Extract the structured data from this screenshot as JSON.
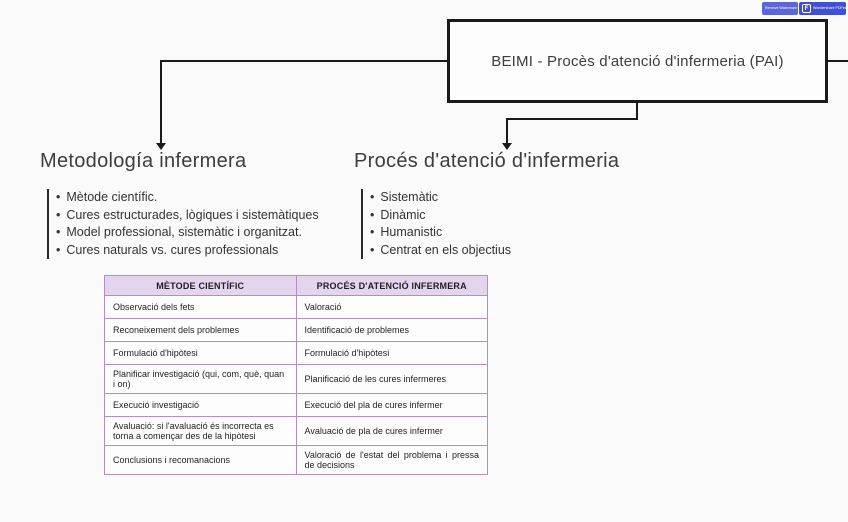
{
  "page": {
    "background": "#fafafa",
    "line_color": "#1a1a1a"
  },
  "watermark": {
    "remove_button_label": "Remove Watermark",
    "brand_name": "Wondershare PDFelement",
    "logo_letter": "F",
    "chip_left_color": "#5c66d6",
    "chip_right_color": "#4050cf"
  },
  "root_node": {
    "title": "BEIMI - Procès d'atenció d'infermeria (PAI)"
  },
  "branches": [
    {
      "heading": "Metodología infermera",
      "items": [
        "Mètode científic.",
        "Cures estructurades, lògiques i sistemàtiques",
        "Model professional, sistemàtic i organitzat.",
        "Cures naturals vs. cures professionals"
      ]
    },
    {
      "heading": "Procés d'atenció d'infermeria",
      "items": [
        "Sistemàtic",
        "Dinàmic",
        "Humanistic",
        "Centrat en els objectius"
      ]
    }
  ],
  "table": {
    "border_color": "#b18fc6",
    "header_bg": "#e5d4ee",
    "headers": [
      "MÈTODE CIENTÍFIC",
      "PROCÉS D'ATENCIÓ INFERMERA"
    ],
    "rows": [
      [
        "Observació dels fets",
        "Valoració"
      ],
      [
        "Reconeixement dels problemes",
        "Identificació de problemes"
      ],
      [
        "Formulació d'hipòtesi",
        "Formulació d'hipòtesi"
      ],
      [
        "Planificar investigació (qui, com, què, quan i on)",
        "Planificació de les cures infermeres"
      ],
      [
        "Execució investigació",
        "Execució del pla de cures infermer"
      ],
      [
        "Avaluació: si l'avaluació és incorrecta es torna a començar des de la hipòtesi",
        "Avaluació de pla de cures infermer"
      ],
      [
        "Conclusions i recomanacions",
        "Valoració de l'estat del problema i pressa de decisions"
      ]
    ]
  }
}
